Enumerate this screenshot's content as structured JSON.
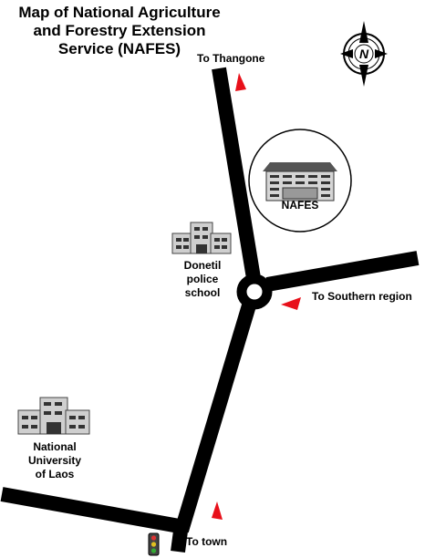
{
  "map": {
    "title_lines": [
      "Map of National Agriculture",
      "and Forestry Extension",
      "Service (NAFES)"
    ]
  },
  "labels": {
    "to_thangone": "To Thangone",
    "to_southern": "To Southern region",
    "to_town": "To town",
    "nafes": "NAFES",
    "donetil_lines": [
      "Donetil",
      "police",
      "school"
    ],
    "nuol_lines": [
      "National",
      "University",
      "of Laos"
    ]
  },
  "compass": {
    "letter": "N"
  },
  "colors": {
    "road": "#000000",
    "arrow": "#e8101a",
    "building": "#cfcfcf"
  },
  "icons": [
    "compass-icon",
    "building-icon",
    "traffic-light-icon",
    "direction-arrow-icon"
  ]
}
